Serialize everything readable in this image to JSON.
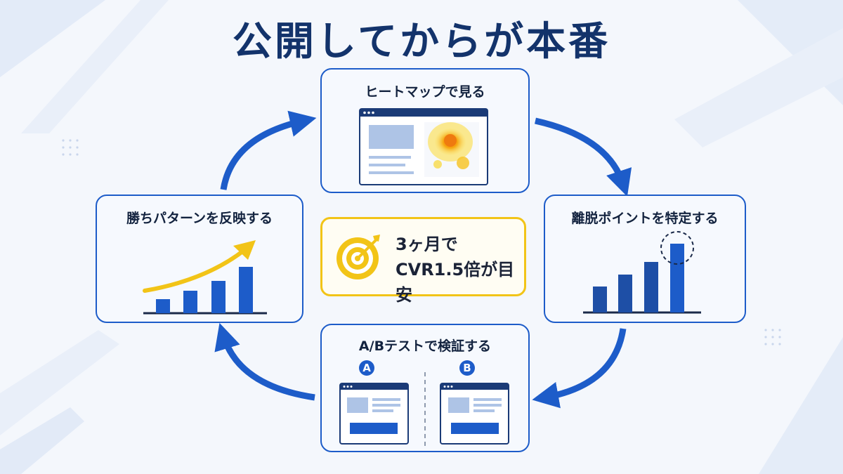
{
  "title": "公開してからが本番",
  "steps": {
    "heatmap": "ヒートマップで見る",
    "dropoff": "離脱ポイントを特定する",
    "abtest": "A/Bテストで検証する",
    "winning": "勝ちパターンを反映する"
  },
  "abtest_variants": {
    "a": "A",
    "b": "B"
  },
  "center": {
    "line1": "3ヶ月で",
    "line2": "CVR1.5倍が目安"
  },
  "colors": {
    "primary": "#1d5cc9",
    "accent": "#f2c417",
    "title": "#13336b"
  },
  "icons": [
    "heatmap-browser-icon",
    "bar-chart-highlight-icon",
    "ab-browser-icon",
    "growth-chart-arrow-icon",
    "target-dart-icon"
  ]
}
